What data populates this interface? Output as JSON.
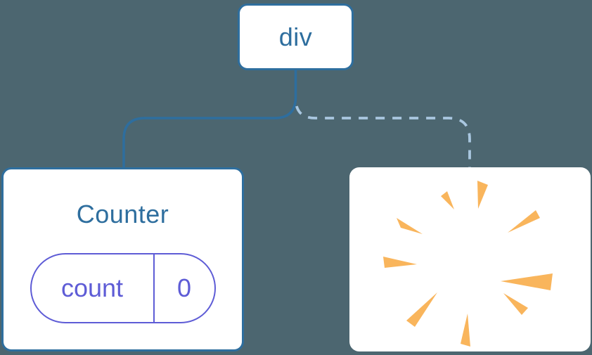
{
  "diagram": {
    "description": "Component tree diagram: root div node with one kept child (Counter with state) and one removed child (poof)",
    "background_color": "#4C6670"
  },
  "colors": {
    "node_border": "#2E6E9E",
    "node_text": "#2E6E9E",
    "solid_line": "#2E6E9E",
    "dashed_line": "#A9C7E0",
    "state_accent": "#5E5CD6",
    "poof": "#F9B55C",
    "card_background": "#FFFFFF"
  },
  "tree": {
    "root": {
      "label": "div"
    },
    "children": [
      {
        "type": "component",
        "title": "Counter",
        "link_style": "solid",
        "state": {
          "key": "count",
          "value": "0"
        }
      },
      {
        "type": "removed",
        "icon": "poof-icon",
        "link_style": "dashed"
      }
    ]
  }
}
